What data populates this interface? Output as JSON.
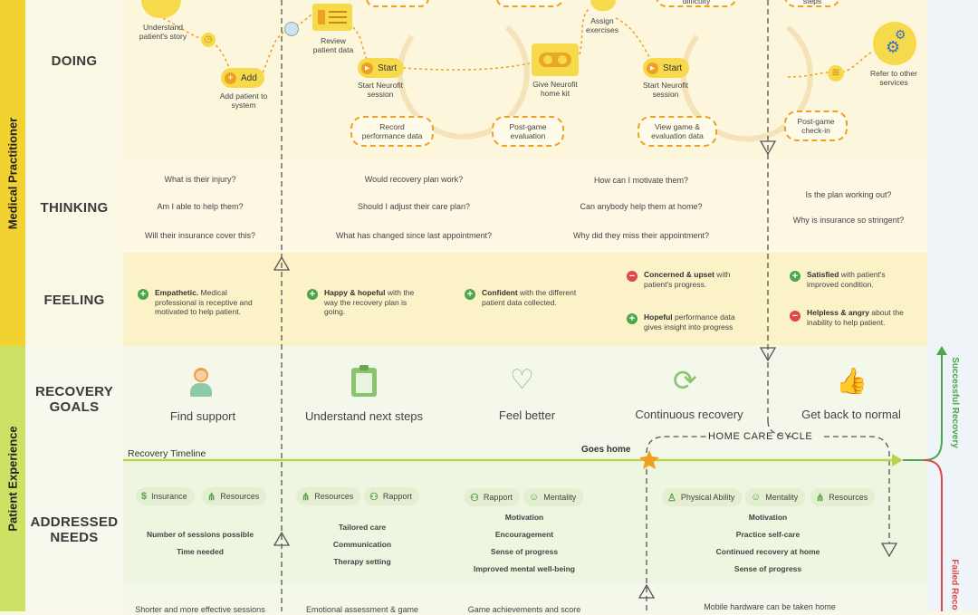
{
  "sidebar": {
    "top": "Medical Practitioner",
    "bottom": "Patient Experience"
  },
  "rows": {
    "doing": "DOING",
    "thinking": "THINKING",
    "feeling": "FEELING",
    "goals": [
      "RECOVERY",
      "GOALS"
    ],
    "needs": [
      "ADDRESSED",
      "NEEDS"
    ]
  },
  "doing": {
    "understand_story": [
      "Understand",
      "patient's story"
    ],
    "add_button": "Add",
    "add_label": [
      "Add patient to",
      "system"
    ],
    "review_label": [
      "Review",
      "patient data"
    ],
    "start_button": "Start",
    "start_label": [
      "Start Neurofit",
      "session"
    ],
    "record_perf": [
      "Record",
      "performance data"
    ],
    "post_game_eval": [
      "Post-game",
      "evaluation"
    ],
    "give_kit": [
      "Give Neurofit",
      "home kit"
    ],
    "assign_exercises": [
      "Assign",
      "exercises"
    ],
    "difficulty": "difficulty",
    "start_button2": "Start",
    "start_label2": [
      "Start Neurofit",
      "session"
    ],
    "view_game": [
      "View game  &",
      "evaluation data"
    ],
    "steps": "steps",
    "post_game_checkin": [
      "Post-game",
      "check-in"
    ],
    "refer": [
      "Refer to other",
      "services"
    ]
  },
  "thinking": {
    "col1": [
      "What is their injury?",
      "Am I able to help them?",
      "Will their insurance cover this?"
    ],
    "col2": [
      "Would recovery plan work?",
      "Should I adjust their care plan?",
      "What has changed since last appointment?"
    ],
    "col3": [
      "How can I motivate them?",
      "Can anybody help them at home?",
      "Why did they miss their appointment?"
    ],
    "col4": [
      "Is the plan working out?",
      "Why is insurance so stringent?"
    ]
  },
  "feeling": {
    "f1_bold": "Empathetic.",
    "f1_text": " Medical professional is receptive and motivated to help patient.",
    "f2_bold": "Happy & hopeful",
    "f2_text": " with the way the recovery plan is going.",
    "f3_bold": "Confident",
    "f3_text": " with the different patient data collected.",
    "f4_bold": "Concerned & upset",
    "f4_text": " with patient's progress.",
    "f5_bold": "Hopeful",
    "f5_text": " performance data gives insight into progress",
    "f6_bold": "Satisfied",
    "f6_text": " with patient's improved condition.",
    "f7_bold": "Helpless & angry",
    "f7_text": " about the inability to help patient."
  },
  "goals": [
    "Find support",
    "Understand next steps",
    "Feel better",
    "Continuous recovery",
    "Get back to normal"
  ],
  "timeline": {
    "label": "Recovery Timeline",
    "goes_home": "Goes home",
    "home_care": "HOME CARE CYCLE",
    "success": "Successful Recovery",
    "failed": "Failed Reco"
  },
  "chips": {
    "c1": [
      "Insurance",
      "Resources"
    ],
    "c2": [
      "Resources",
      "Rapport"
    ],
    "c3": [
      "Rapport",
      "Mentality"
    ],
    "c4": [
      "Physical Ability",
      "Mentality",
      "Resources"
    ]
  },
  "needs": {
    "col1": [
      "Number of sessions possible",
      "Time needed"
    ],
    "col2": [
      "Tailored care",
      "Communication",
      "Therapy setting"
    ],
    "col3": [
      "Motivation",
      "Encouragement",
      "Sense of progress",
      "Improved mental well-being"
    ],
    "col4": [
      "Motivation",
      "Practice self-care",
      "Continued recovery at home",
      "Sense of progress"
    ]
  },
  "bottom_row": [
    "Shorter and more effective sessions",
    "Emotional assessment & game",
    "Game achievements and score",
    "Mobile hardware can be taken home"
  ],
  "colors": {
    "yellow": "#f2d230",
    "green": "#cbe264",
    "orange": "#f0a020",
    "accent_green": "#4ca64c",
    "red": "#e04848"
  }
}
